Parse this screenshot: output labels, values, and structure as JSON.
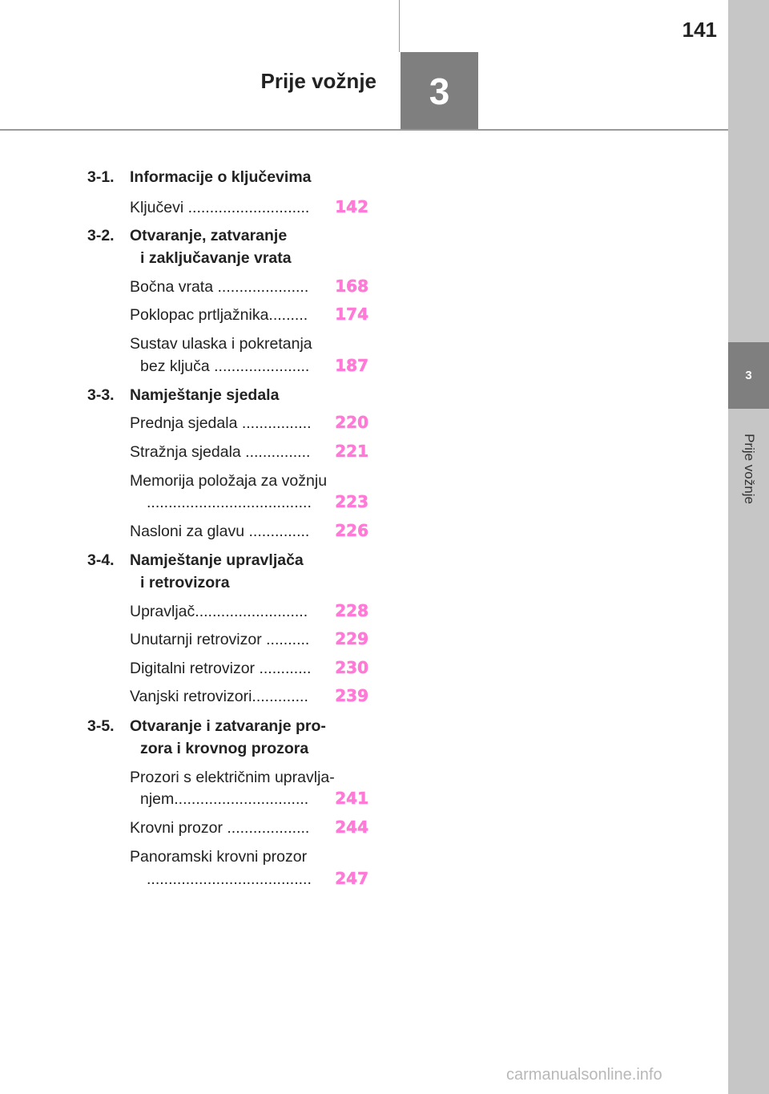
{
  "header": {
    "page_number": "141",
    "chapter_title": "Prije vožnje",
    "chapter_number": "3"
  },
  "sidebar": {
    "tab_number": "3",
    "label": "Prije vožnje"
  },
  "toc": {
    "s1": {
      "num": "3-1.",
      "title": "Informacije o ključevima",
      "items": [
        {
          "text": "Ključevi ............................",
          "page": "142"
        }
      ]
    },
    "s2": {
      "num": "3-2.",
      "title_line1": "Otvaranje, zatvaranje",
      "title_line2": "i zaključavanje vrata",
      "items": [
        {
          "text": "Bočna vrata .....................",
          "page": "168"
        },
        {
          "text": "Poklopac prtljažnika.........",
          "page": "174"
        },
        {
          "line1": "Sustav ulaska i pokretanja",
          "text": "bez ključa ......................",
          "page": "187"
        }
      ]
    },
    "s3": {
      "num": "3-3.",
      "title": "Namještanje sjedala",
      "items": [
        {
          "text": "Prednja sjedala ................",
          "page": "220"
        },
        {
          "text": "Stražnja sjedala ...............",
          "page": "221"
        },
        {
          "line1": "Memorija položaja za vožnju",
          "text": "......................................",
          "page": "223"
        },
        {
          "text": "Nasloni za glavu ..............",
          "page": "226"
        }
      ]
    },
    "s4": {
      "num": "3-4.",
      "title_line1": "Namještanje upravljača",
      "title_line2": "i retrovizora",
      "items": [
        {
          "text": "Upravljač..........................",
          "page": "228"
        },
        {
          "text": "Unutarnji retrovizor ..........",
          "page": "229"
        },
        {
          "text": "Digitalni retrovizor ............",
          "page": "230"
        },
        {
          "text": "Vanjski retrovizori.............",
          "page": "239"
        }
      ]
    },
    "s5": {
      "num": "3-5.",
      "title_line1": "Otvaranje i zatvaranje pro-",
      "title_line2": "zora i krovnog prozora",
      "items": [
        {
          "line1": "Prozori s električnim upravlja-",
          "text": "njem...............................",
          "page": "241"
        },
        {
          "text": "Krovni prozor ...................",
          "page": "244"
        },
        {
          "line1": "Panoramski krovni prozor",
          "text": "......................................",
          "page": "247"
        }
      ]
    }
  },
  "footer": {
    "watermark": "carmanualsonline.info"
  }
}
